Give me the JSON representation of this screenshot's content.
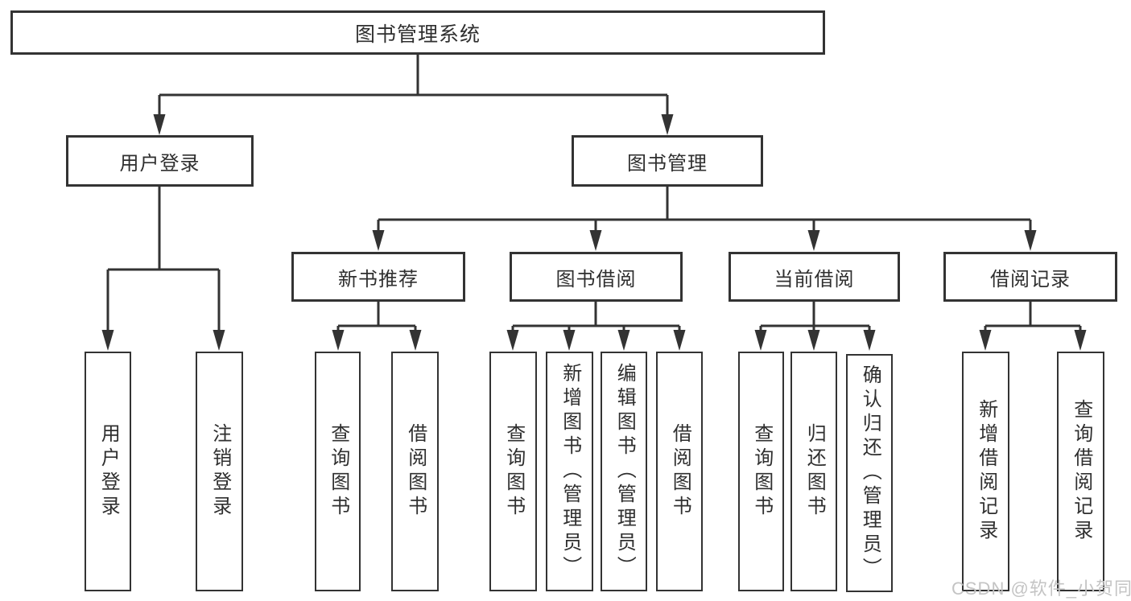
{
  "diagram": {
    "root": {
      "label": "图书管理系统"
    },
    "branches": [
      {
        "label": "用户登录",
        "children": [
          {
            "label": "用户登录"
          },
          {
            "label": "注销登录"
          }
        ]
      },
      {
        "label": "图书管理",
        "children": [
          {
            "label": "新书推荐",
            "children": [
              {
                "label": "查询图书"
              },
              {
                "label": "借阅图书"
              }
            ]
          },
          {
            "label": "图书借阅",
            "children": [
              {
                "label": "查询图书"
              },
              {
                "label": "新增图书（管理员）"
              },
              {
                "label": "编辑图书（管理员）"
              },
              {
                "label": "借阅图书"
              }
            ]
          },
          {
            "label": "当前借阅",
            "children": [
              {
                "label": "查询图书"
              },
              {
                "label": "归还图书"
              },
              {
                "label": "确认归还（管理员）"
              }
            ]
          },
          {
            "label": "借阅记录",
            "children": [
              {
                "label": "新增借阅记录"
              },
              {
                "label": "查询借阅记录"
              }
            ]
          }
        ]
      }
    ]
  },
  "watermark": {
    "text": "CSDN @软件_小贺同学"
  },
  "colors": {
    "line": "#333333",
    "box_border": "#333333",
    "text": "#2f2f2f",
    "background": "#ffffff",
    "watermark": "#c4c4c4"
  }
}
